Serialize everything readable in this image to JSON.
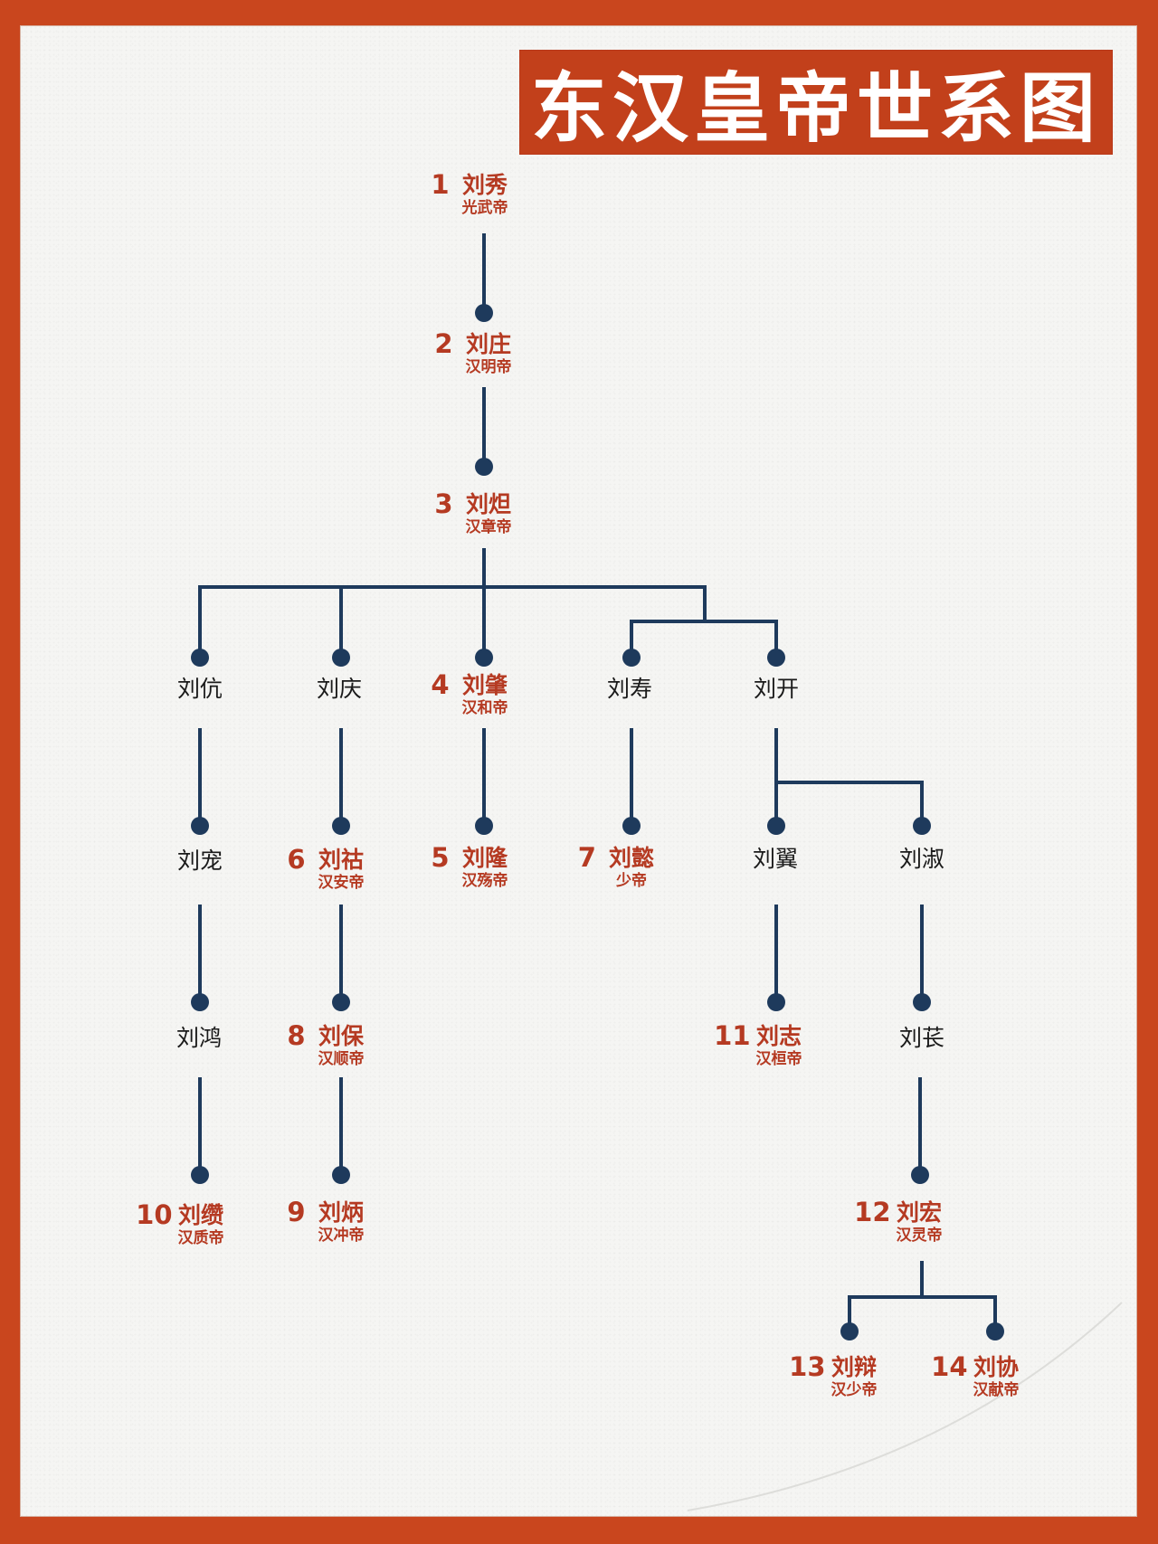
{
  "title": "东汉皇帝世系图",
  "colors": {
    "border": "#C9461E",
    "paper": "#F5F5F3",
    "title_bg": "#C2401B",
    "emperor_text": "#B53A22",
    "line": "#1E3A5C",
    "plain_text": "#1A1A1A"
  },
  "nodes": {
    "liuxiu": {
      "number": "1",
      "name": "刘秀",
      "title": "光武帝"
    },
    "liuzhuang": {
      "number": "2",
      "name": "刘庄",
      "title": "汉明帝"
    },
    "liuda": {
      "number": "3",
      "name": "刘炟",
      "title": "汉章帝"
    },
    "liukang": {
      "name": "刘伉"
    },
    "liuqing": {
      "name": "刘庆"
    },
    "liuzhao": {
      "number": "4",
      "name": "刘肇",
      "title": "汉和帝"
    },
    "liushou": {
      "name": "刘寿"
    },
    "liukai": {
      "name": "刘开"
    },
    "liuchong": {
      "name": "刘宠"
    },
    "liuhu": {
      "number": "6",
      "name": "刘祜",
      "title": "汉安帝"
    },
    "liulong": {
      "number": "5",
      "name": "刘隆",
      "title": "汉殇帝"
    },
    "liuyi": {
      "number": "7",
      "name": "刘懿",
      "title": "少帝"
    },
    "liuyi2": {
      "name": "刘翼"
    },
    "liushu": {
      "name": "刘淑"
    },
    "liuhong_": {
      "name": "刘鸿"
    },
    "liubao": {
      "number": "8",
      "name": "刘保",
      "title": "汉顺帝"
    },
    "liuzhi": {
      "number": "11",
      "name": "刘志",
      "title": "汉桓帝"
    },
    "liuchang": {
      "name": "刘苌"
    },
    "liuzuan": {
      "number": "10",
      "name": "刘缵",
      "title": "汉质帝"
    },
    "liubing": {
      "number": "9",
      "name": "刘炳",
      "title": "汉冲帝"
    },
    "liuhong": {
      "number": "12",
      "name": "刘宏",
      "title": "汉灵帝"
    },
    "liubian": {
      "number": "13",
      "name": "刘辩",
      "title": "汉少帝"
    },
    "liuxie": {
      "number": "14",
      "name": "刘协",
      "title": "汉献帝"
    }
  }
}
